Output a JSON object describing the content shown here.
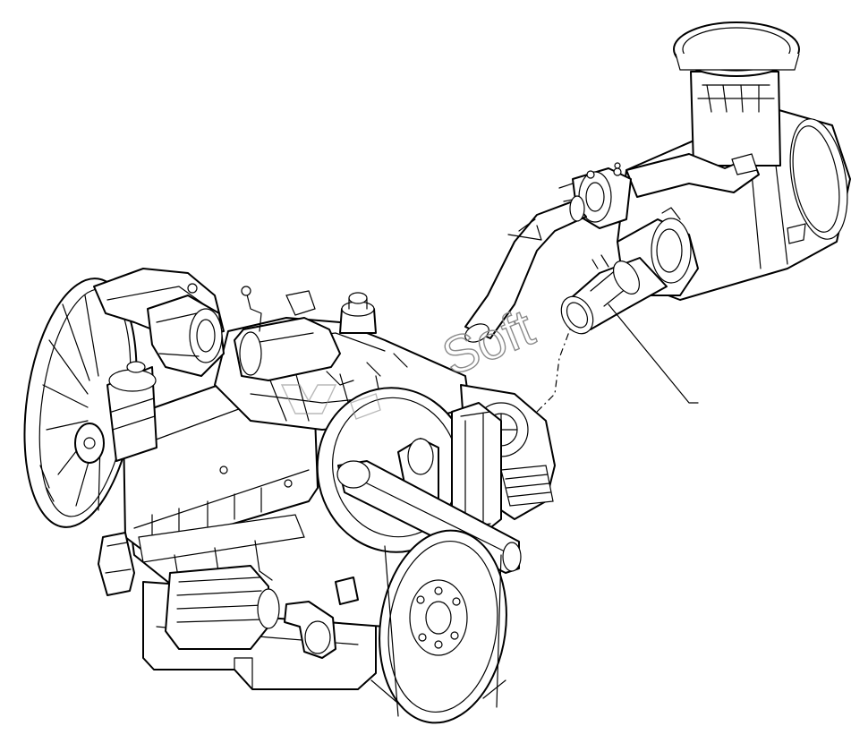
{
  "watermark": {
    "text": "Soft",
    "color": "#8a8a8a"
  },
  "drawing": {
    "style": "line-art",
    "line_color": "#000000",
    "background": "#ffffff",
    "parts": [
      "engine",
      "cooling-fan",
      "turbocharger",
      "flywheel",
      "air-filter",
      "intake-pipe",
      "intake-hose",
      "leader-line"
    ]
  }
}
